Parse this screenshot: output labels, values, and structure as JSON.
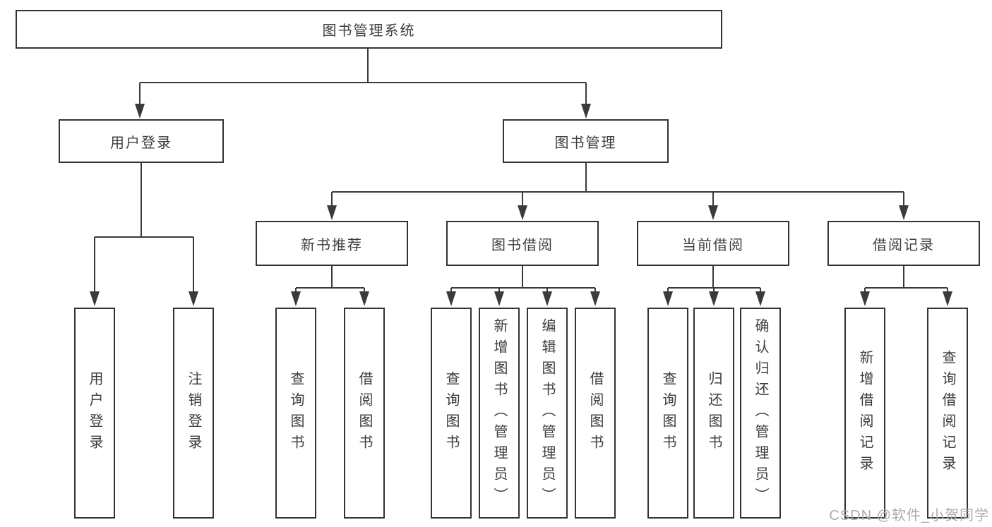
{
  "tree": {
    "root": {
      "label": "图书管理系统"
    },
    "branches": [
      {
        "label": "用户登录",
        "children": [
          {
            "label": "用户登录"
          },
          {
            "label": "注销登录"
          }
        ]
      },
      {
        "label": "图书管理",
        "sections": [
          {
            "label": "新书推荐",
            "children": [
              {
                "label": "查询图书"
              },
              {
                "label": "借阅图书"
              }
            ]
          },
          {
            "label": "图书借阅",
            "children": [
              {
                "label": "查询图书"
              },
              {
                "label": "新增图书（管理员）"
              },
              {
                "label": "编辑图书（管理员）"
              },
              {
                "label": "借阅图书"
              }
            ]
          },
          {
            "label": "当前借阅",
            "children": [
              {
                "label": "查询图书"
              },
              {
                "label": "归还图书"
              },
              {
                "label": "确认归还（管理员）"
              }
            ]
          },
          {
            "label": "借阅记录",
            "children": [
              {
                "label": "新增借阅记录"
              },
              {
                "label": "查询借阅记录"
              }
            ]
          }
        ]
      }
    ]
  },
  "watermark": {
    "text": "CSDN @软件_小贺同学"
  },
  "colors": {
    "line": "#3a3a3a",
    "box_border": "#333333",
    "text": "#3d3d3d",
    "watermark": "#a9acb0",
    "background": "#ffffff"
  }
}
